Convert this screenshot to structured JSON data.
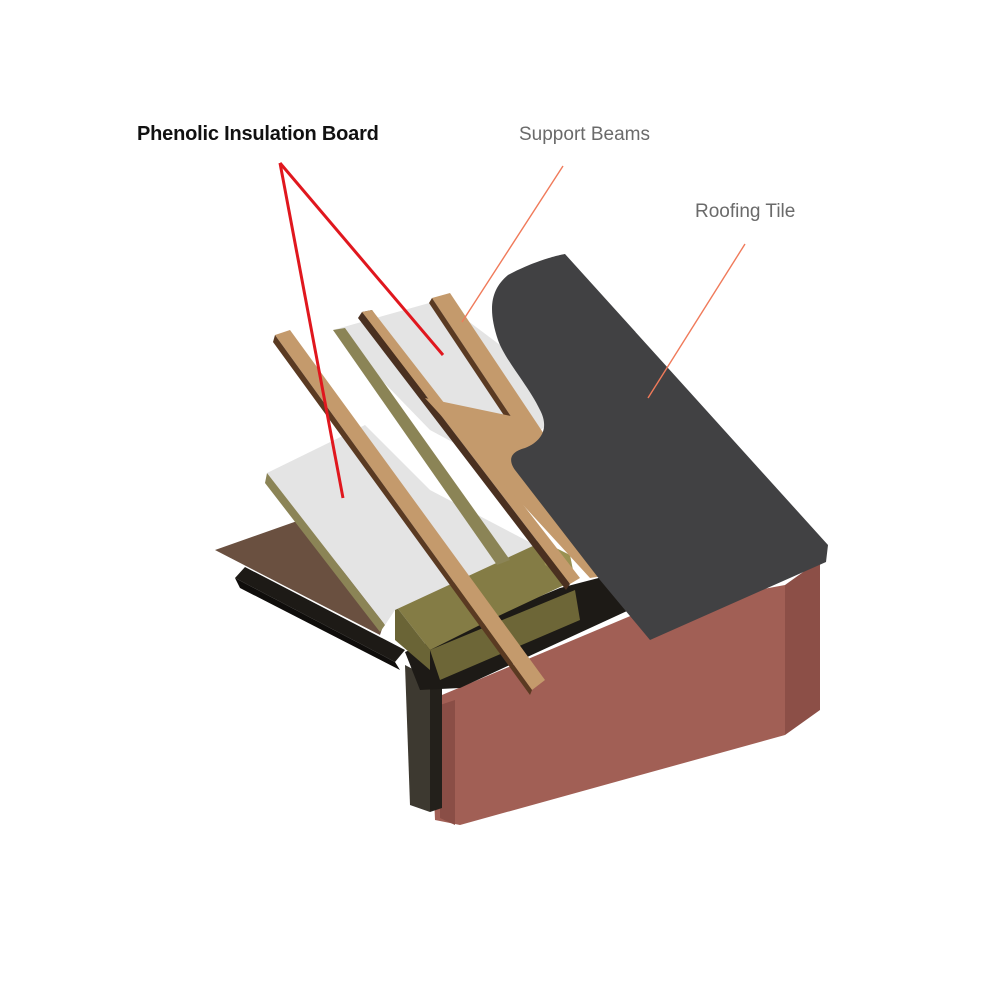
{
  "labels": {
    "insulation": "Phenolic Insulation Board",
    "beams": "Support Beams",
    "tile": "Roofing Tile"
  },
  "colors": {
    "insulation_leader": "#e0171e",
    "callout_leader": "#f07a5a",
    "insulation_board": "#e4e4e4",
    "board_edge": "#8b8456",
    "beam_face": "#c49a6c",
    "beam_side": "#5a3a22",
    "tile": "#414143",
    "wall": "#a15f55",
    "wall_plate": "#7d7540",
    "soffit": "#6a5040",
    "dark_joint": "#1d1a16"
  }
}
